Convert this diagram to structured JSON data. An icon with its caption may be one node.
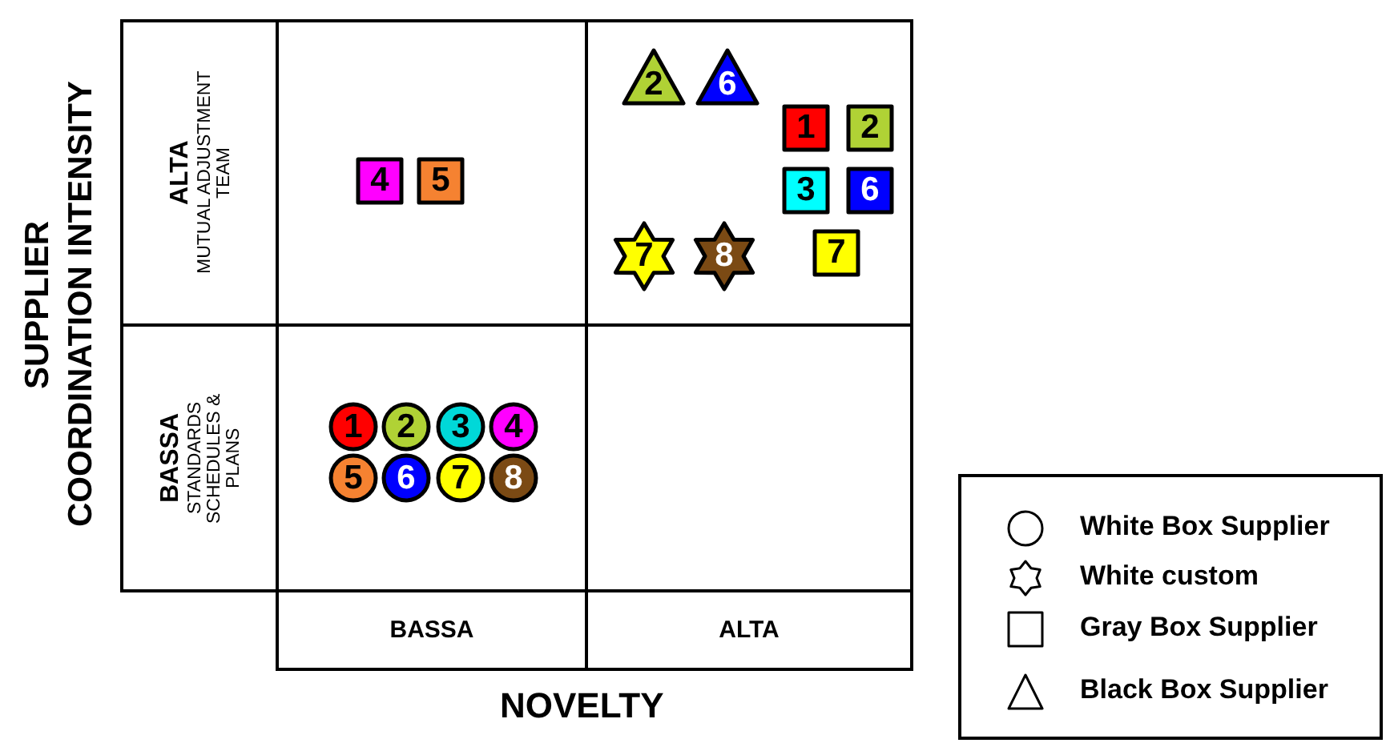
{
  "diagram": {
    "nodes": [
      {
        "text": [
          "ALTA",
          "MUTUAL ADJUSTMENT TEAM"
        ]
      },
      {
        "text": [],
        "shape": "box"
      },
      {
        "text": [
          "4"
        ],
        "in": 1
      },
      {
        "text": [
          "5"
        ],
        "in": 1
      },
      {
        "text": [],
        "shape": "box"
      },
      {
        "text": [
          "2"
        ],
        "in": 4
      },
      {
        "text": [
          "6"
        ],
        "in": 4
      },
      {
        "text": [
          "1"
        ],
        "in": 4
      },
      {
        "text": [
          "2"
        ],
        "in": 4
      },
      {
        "text": [
          "3"
        ],
        "in": 4
      },
      {
        "text": [
          "6"
        ],
        "in": 4
      },
      {
        "text": [
          "7"
        ],
        "in": 4
      },
      {
        "text": [
          "8"
        ],
        "in": 4
      },
      {
        "text": [
          "7"
        ],
        "in": 4
      },
      {
        "text": [
          "BASSA",
          "STANDARDS SCHEDULES & PLANS"
        ]
      },
      {
        "text": [],
        "shape": "box"
      },
      {
        "text": [
          "1"
        ],
        "in": 15
      },
      {
        "text": [
          "2"
        ],
        "in": 15
      },
      {
        "text": [
          "3"
        ],
        "in": 15
      },
      {
        "text": [
          "4"
        ],
        "in": 15
      },
      {
        "text": [
          "5"
        ],
        "in": 15
      },
      {
        "text": [
          "6"
        ],
        "in": 15
      },
      {
        "text": [
          "7"
        ],
        "in": 15
      },
      {
        "text": [
          "8"
        ],
        "in": 15
      },
      {
        "text": [],
        "shape": "box"
      },
      {
        "text": [
          "BASSA"
        ]
      },
      {
        "text": [
          "ALTA"
        ]
      }
    ],
    "labels": [
      "SUPPLIER COORDINATION INTENSITY",
      "NOVELTY"
    ],
    "legend": [
      {
        "text": "White Box Supplier"
      },
      {
        "text": "White custom"
      },
      {
        "text": "Gray Box Supplier"
      },
      {
        "text": "Black Box Supplier"
      }
    ]
  }
}
